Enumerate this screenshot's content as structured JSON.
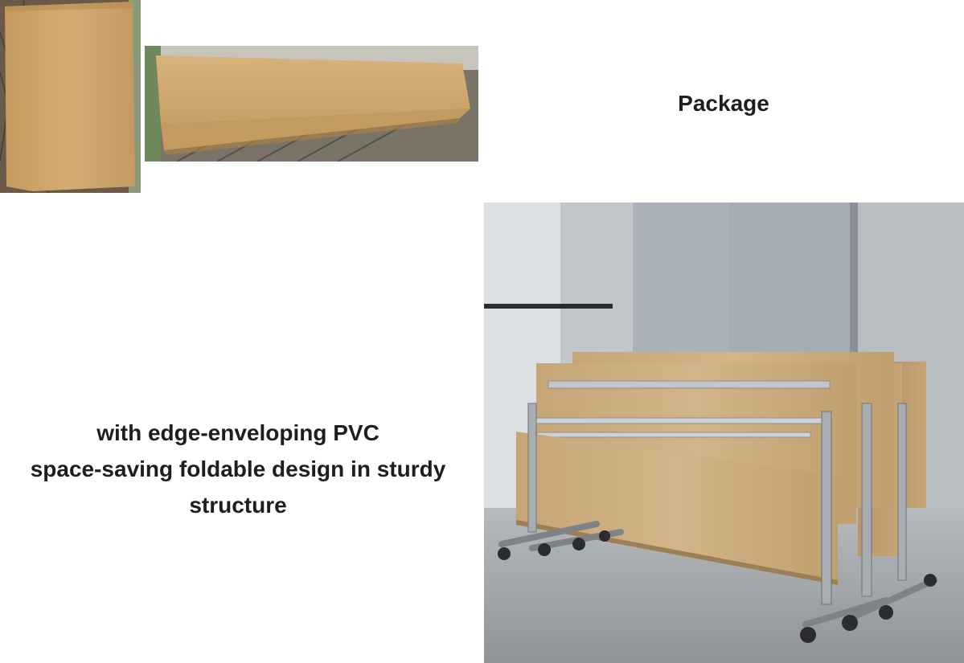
{
  "package_heading": "Package",
  "features": [
    "with edge-enveloping PVC",
    "space-saving foldable design in sturdy",
    "structure"
  ],
  "colors": {
    "text": "#1e1e1e",
    "wood": "#c9a97a",
    "carton": "#c9a26a",
    "floor": "#9a9ea3",
    "wall": "#a9b0b7",
    "chrome": "#b8bcc0"
  }
}
